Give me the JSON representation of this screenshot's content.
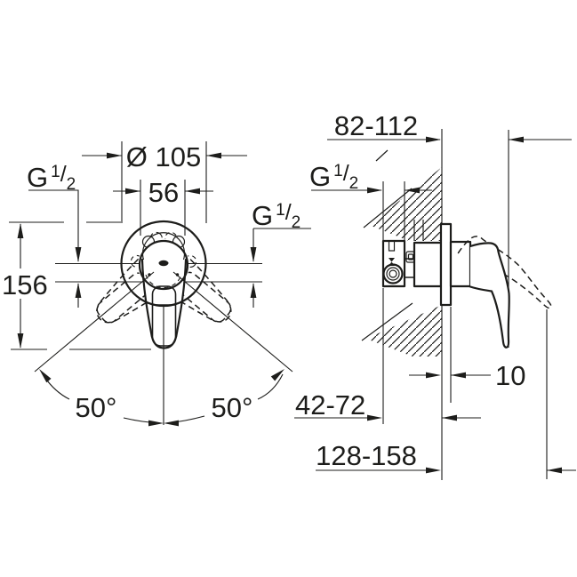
{
  "dims": {
    "diameter": "Ø 105",
    "handle_width": "56",
    "height": "156",
    "swing_angle_left": "50°",
    "swing_angle_right": "50°",
    "projection_min_max": "82-112",
    "plate_thickness": "10",
    "installation_depth": "42-72",
    "total_projection": "128-158"
  },
  "thread": {
    "value": "G 1/2",
    "base": "G",
    "numerator": "1",
    "slash": "/",
    "denominator": "2"
  },
  "colors": {
    "ink": "#1d1d1b",
    "paper": "#ffffff"
  }
}
